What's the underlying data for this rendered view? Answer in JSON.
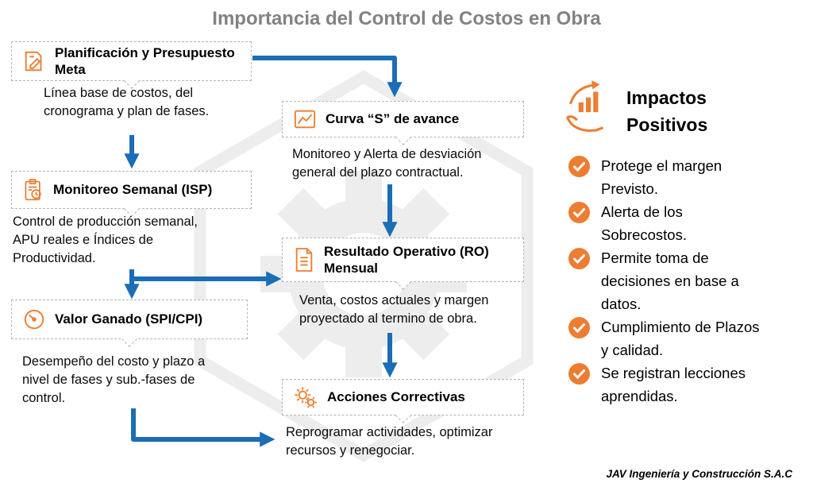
{
  "title": "Importancia del Control de Costos en Obra",
  "colors": {
    "accent_orange": "#ED7D31",
    "arrow_blue": "#1B6DB5",
    "title_gray": "#828282"
  },
  "flow": {
    "left": [
      {
        "title": "Planificación y Presupuesto Meta",
        "icon": "blueprint-pencil-icon",
        "desc": "Línea base de costos, del cronograma y plan de fases."
      },
      {
        "title": "Monitoreo Semanal (ISP)",
        "icon": "clipboard-clock-icon",
        "desc": "Control de producción semanal, APU reales e Índices de Productividad."
      },
      {
        "title": "Valor Ganado (SPI/CPI)",
        "icon": "gauge-icon",
        "desc": "Desempeño del costo y plazo a nivel de fases y sub.-fases de control."
      }
    ],
    "middle": [
      {
        "title": "Curva “S” de avance",
        "icon": "line-chart-icon",
        "desc": "Monitoreo y Alerta de desviación general del plazo contractual."
      },
      {
        "title": "Resultado Operativo (RO) Mensual",
        "icon": "report-document-icon",
        "desc": "Venta, costos actuales y margen proyectado al termino de obra."
      },
      {
        "title": "Acciones Correctivas",
        "icon": "gears-icon",
        "desc": "Reprogramar actividades, optimizar recursos y renegociar."
      }
    ]
  },
  "impacts": {
    "title": "Impactos Positivos",
    "icon": "hand-growth-chart-icon",
    "items": [
      "Protege el margen Previsto.",
      "Alerta de los Sobrecostos.",
      "Permite toma de decisiones en base a datos.",
      "Cumplimiento de Plazos y calidad.",
      "Se registran lecciones aprendidas."
    ]
  },
  "footer": "JAV Ingeniería y Construcción S.A.C"
}
